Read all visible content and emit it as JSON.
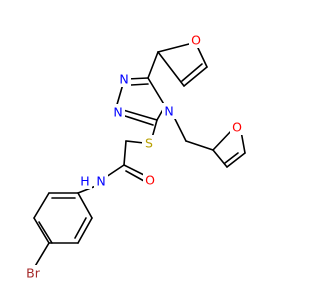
{
  "molecule": {
    "atoms": [
      {
        "id": "br",
        "text": "Br",
        "color": "#a52a2a"
      },
      {
        "id": "nh",
        "text": "N",
        "color": "#0000ff"
      },
      {
        "id": "h",
        "text": "H",
        "color": "#0000ff"
      },
      {
        "id": "o_amide",
        "text": "O",
        "color": "#ff0000"
      },
      {
        "id": "s",
        "text": "S",
        "color": "#b8a000"
      },
      {
        "id": "n_triazole_1",
        "text": "N",
        "color": "#0000ff"
      },
      {
        "id": "n_triazole_2",
        "text": "N",
        "color": "#0000ff"
      },
      {
        "id": "n_triazole_4",
        "text": "N",
        "color": "#0000ff"
      },
      {
        "id": "o_furan_top",
        "text": "O",
        "color": "#ff0000"
      },
      {
        "id": "o_furan_right",
        "text": "O",
        "color": "#ff0000"
      }
    ]
  }
}
